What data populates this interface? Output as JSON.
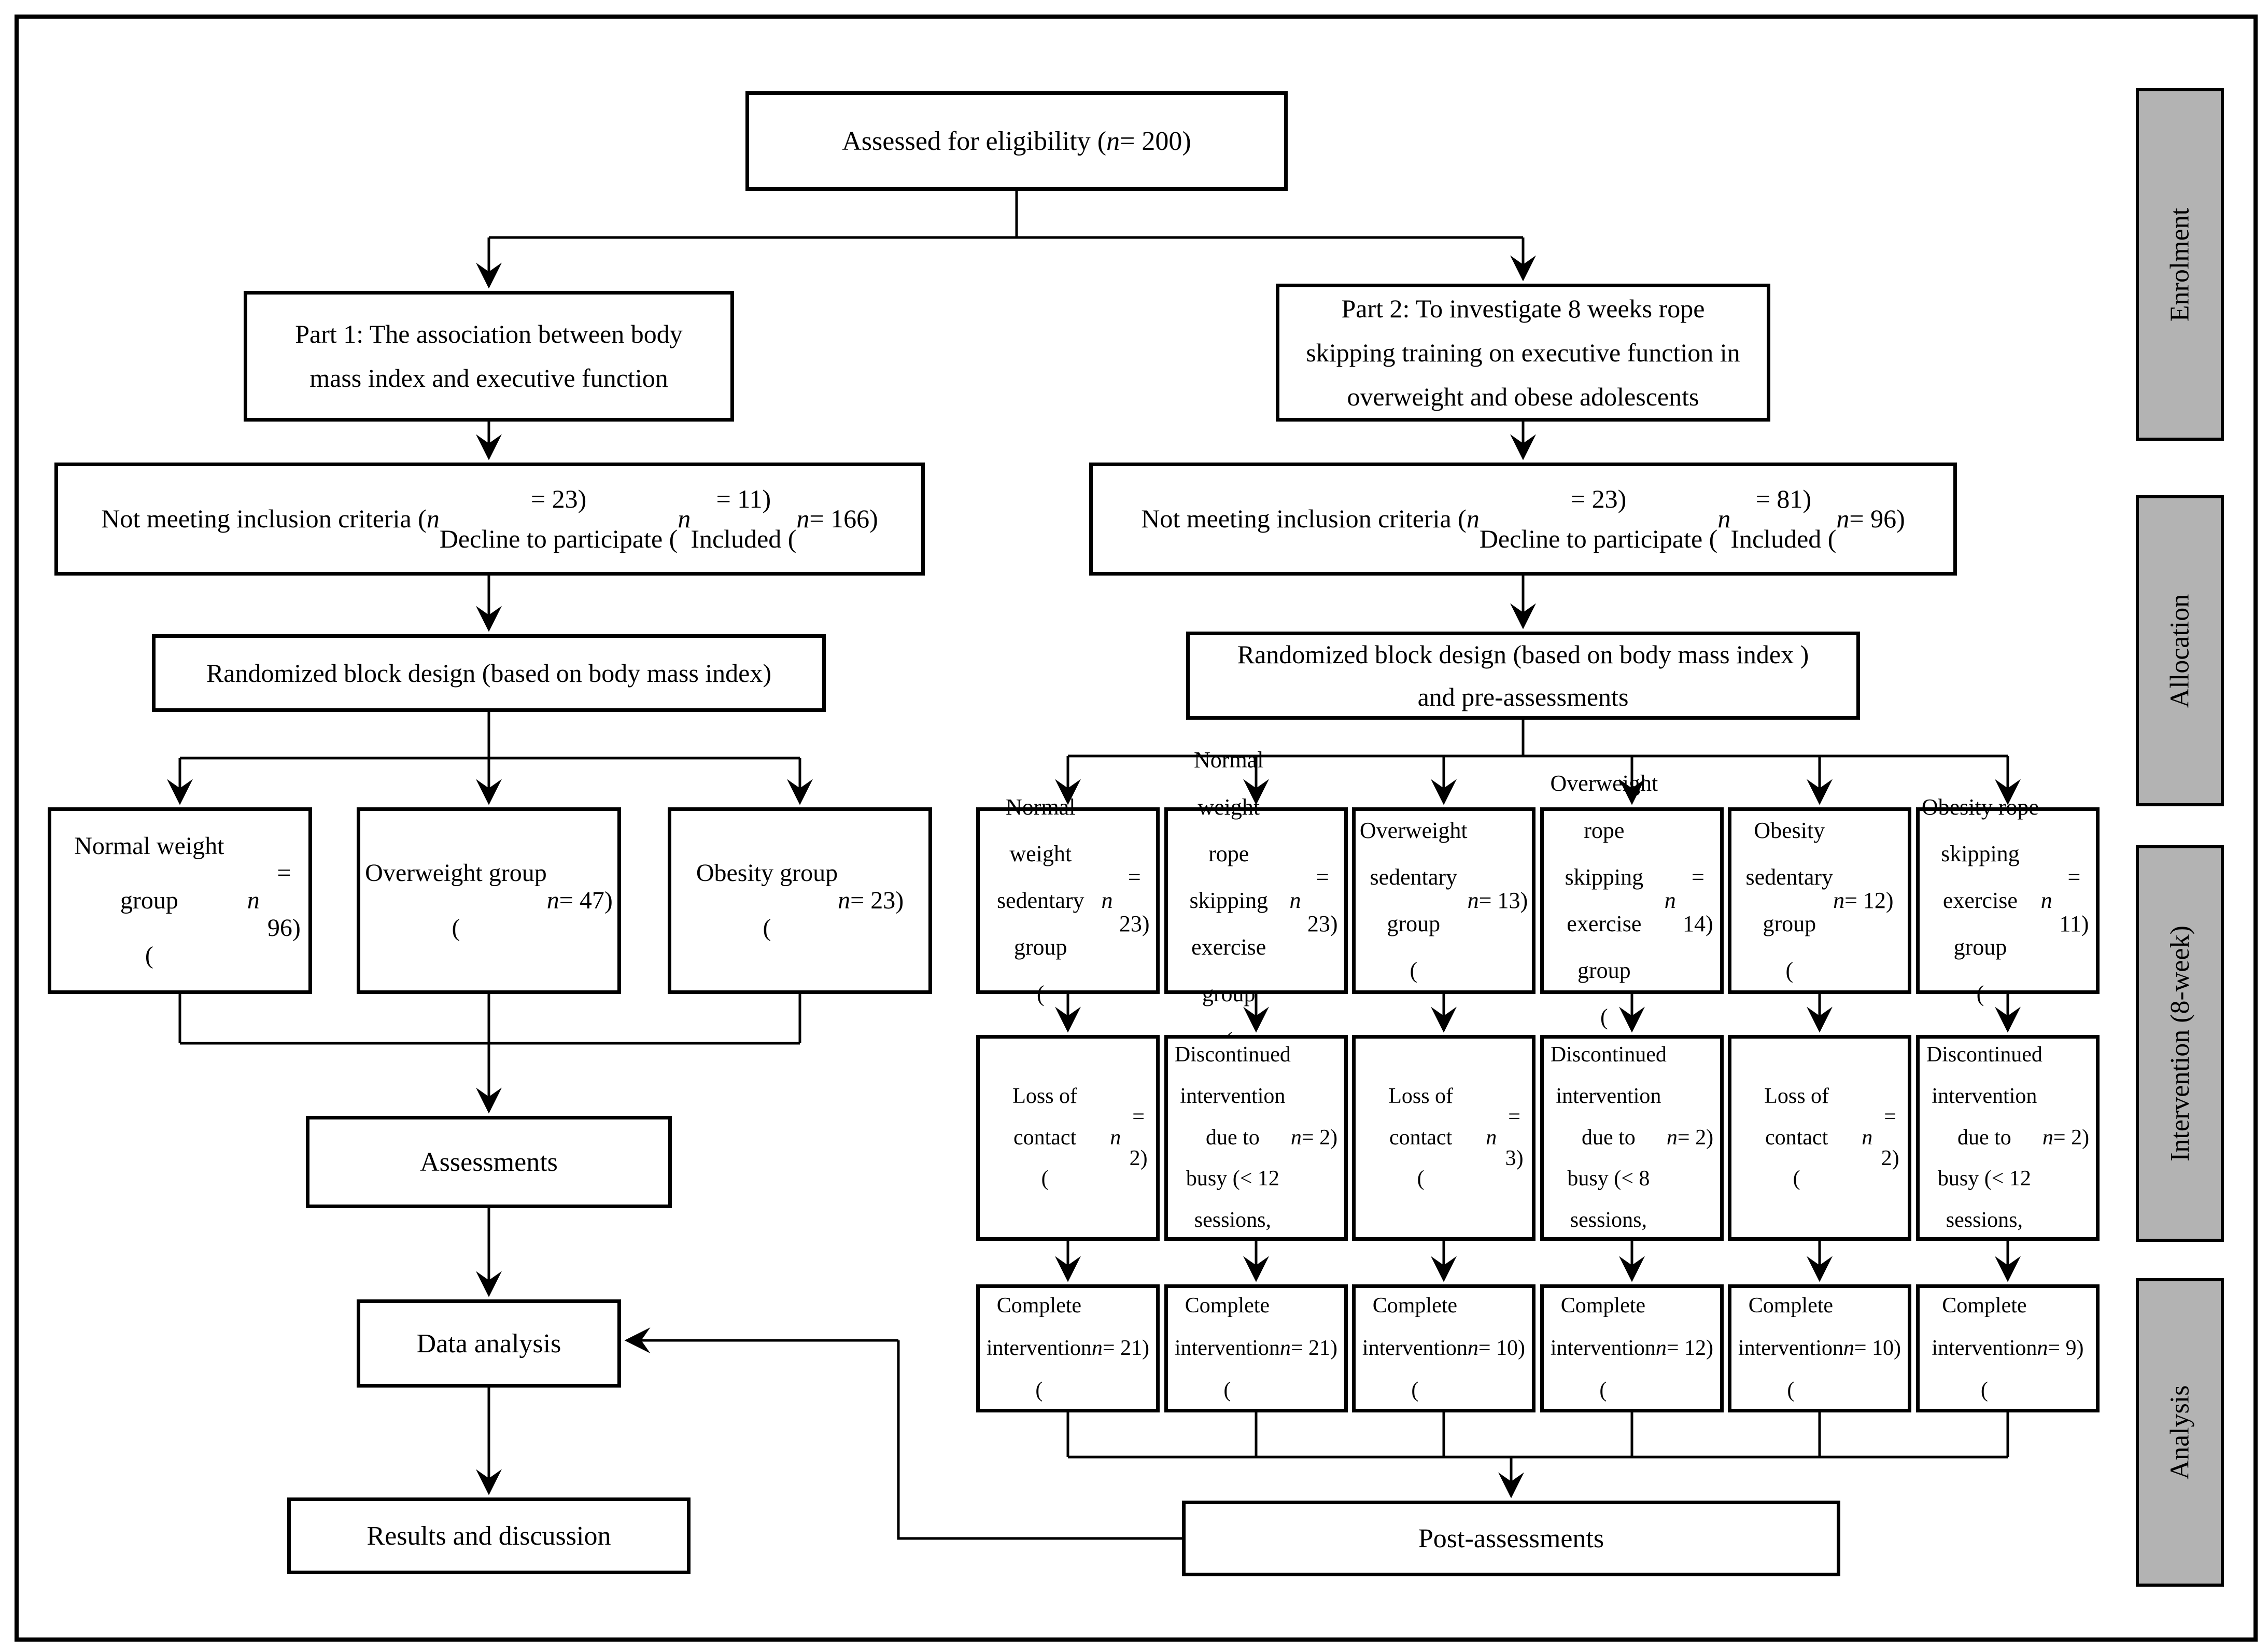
{
  "top": "Assessed for eligibility (n = 200)",
  "sidebar": {
    "labels": [
      "Enrolment",
      "Allocation",
      "Intervention (8-week)",
      "Analysis"
    ]
  },
  "part1": {
    "title": "Part 1: The association between body\nmass index and executive function",
    "exclusion": "Not meeting inclusion criteria (n = 23)\nDecline to participate (n = 11)\nIncluded (n = 166)",
    "randomization": "Randomized block design (based on body mass index)",
    "groups": [
      "Normal weight group\n(n = 96)",
      "Overweight group\n(n = 47)",
      "Obesity group\n(n = 23)"
    ],
    "assessments": "Assessments",
    "data_analysis": "Data analysis",
    "results": "Results and discussion"
  },
  "part2": {
    "title": "Part 2: To investigate 8 weeks rope\nskipping training on executive function in\noverweight and obese adolescents",
    "exclusion": "Not meeting inclusion criteria (n = 23)\nDecline to participate (n = 81)\nIncluded (n = 96)",
    "randomization": "Randomized block design (based on body mass index )\nand pre-assessments",
    "groups": [
      "Normal weight\nsedentary\ngroup\n(n = 23)",
      "Normal weight\nrope skipping\nexercise group\n(n = 23)",
      "Overweight\nsedentary\ngroup\n(n = 13)",
      "Overweight\nrope skipping\nexercise group\n(n = 14)",
      "Obesity\nsedentary\ngroup\n(n = 12)",
      "Obesity rope\nskipping\nexercise group\n(n = 11)"
    ],
    "dropouts": [
      "Loss of contact\n(n = 2)",
      "Discontinued\nintervention\ndue to\nbusy (< 12\nsessions, n = 2)",
      "Loss of contact\n(n = 3)",
      "Discontinued\nintervention\ndue to\nbusy (< 8\nsessions, n = 2)",
      "Loss of contact\n(n = 2)",
      "Discontinued\nintervention\ndue to\nbusy (< 12\nsessions, n = 2)"
    ],
    "completes": [
      "Complete\nintervention\n(n = 21)",
      "Complete\nintervention\n(n = 21)",
      "Complete\nintervention\n(n = 10)",
      "Complete\nintervention\n(n = 12)",
      "Complete\nintervention\n(n = 10)",
      "Complete\nintervention\n(n = 9)"
    ],
    "post": "Post-assessments"
  }
}
